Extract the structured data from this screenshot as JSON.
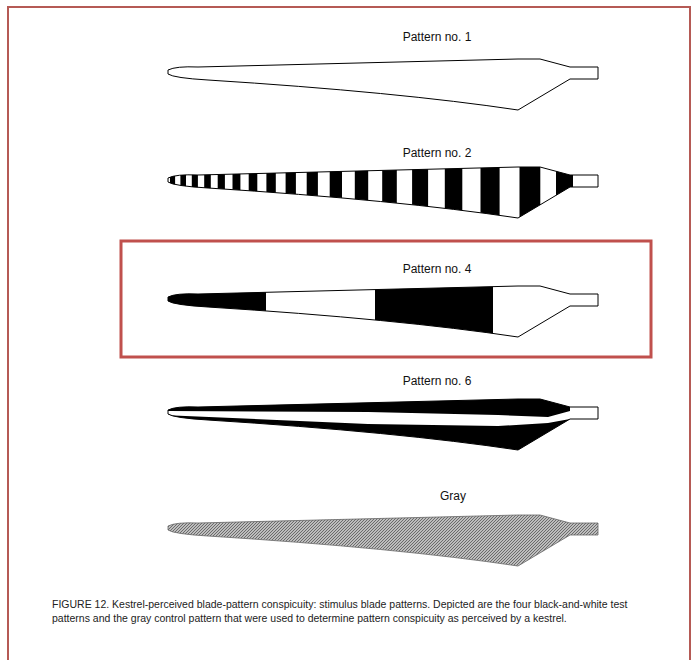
{
  "diagram": {
    "caption": "FIGURE 12. Kestrel-perceived blade-pattern conspicuity: stimulus blade patterns. Depicted are the four black-and-white test patterns and the gray control pattern that were used to determine pattern conspicuity as perceived by a kestrel.",
    "labels": [
      "Pattern no. 1",
      "Pattern no. 2",
      "Pattern no. 4",
      "Pattern no. 6",
      "Gray"
    ]
  }
}
